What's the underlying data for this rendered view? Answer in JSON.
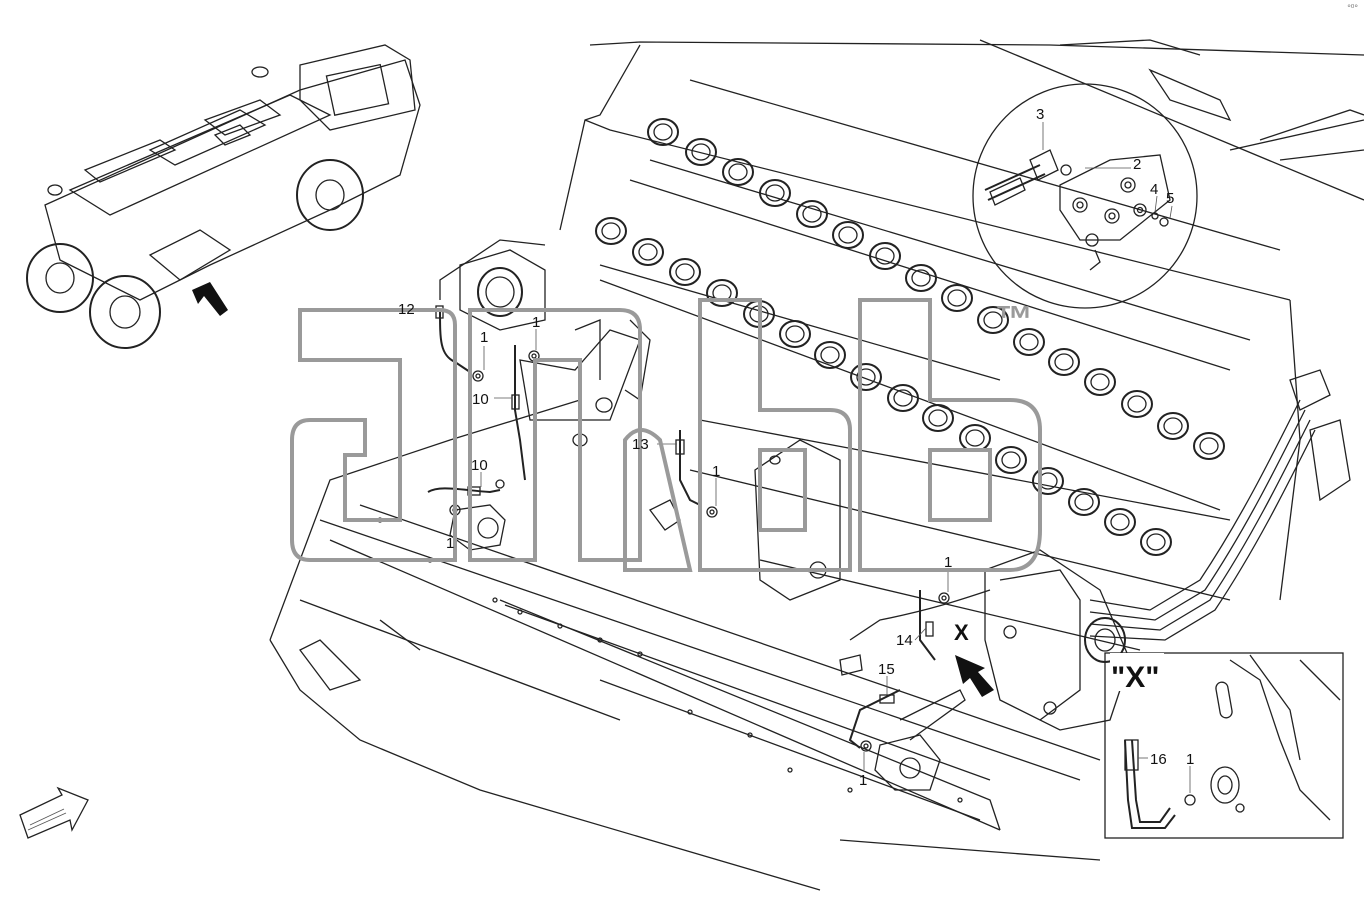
{
  "callouts": [
    {
      "id": "c3",
      "text": "3"
    },
    {
      "id": "c2",
      "text": "2"
    },
    {
      "id": "c4",
      "text": "4"
    },
    {
      "id": "c5",
      "text": "5"
    },
    {
      "id": "c12",
      "text": "12"
    },
    {
      "id": "c1a",
      "text": "1"
    },
    {
      "id": "c1b",
      "text": "1"
    },
    {
      "id": "c10a",
      "text": "10"
    },
    {
      "id": "c10b",
      "text": "10"
    },
    {
      "id": "c1c",
      "text": "1"
    },
    {
      "id": "c13",
      "text": "13"
    },
    {
      "id": "c1d",
      "text": "1"
    },
    {
      "id": "c1e",
      "text": "1"
    },
    {
      "id": "c14",
      "text": "14"
    },
    {
      "id": "c15",
      "text": "15"
    },
    {
      "id": "c1f",
      "text": "1"
    },
    {
      "id": "c16",
      "text": "16"
    },
    {
      "id": "c1g",
      "text": "1"
    }
  ],
  "view_marker": "X",
  "detail_label": "\"X\"",
  "watermark": "amb™",
  "corner_mark": "°⁰°"
}
